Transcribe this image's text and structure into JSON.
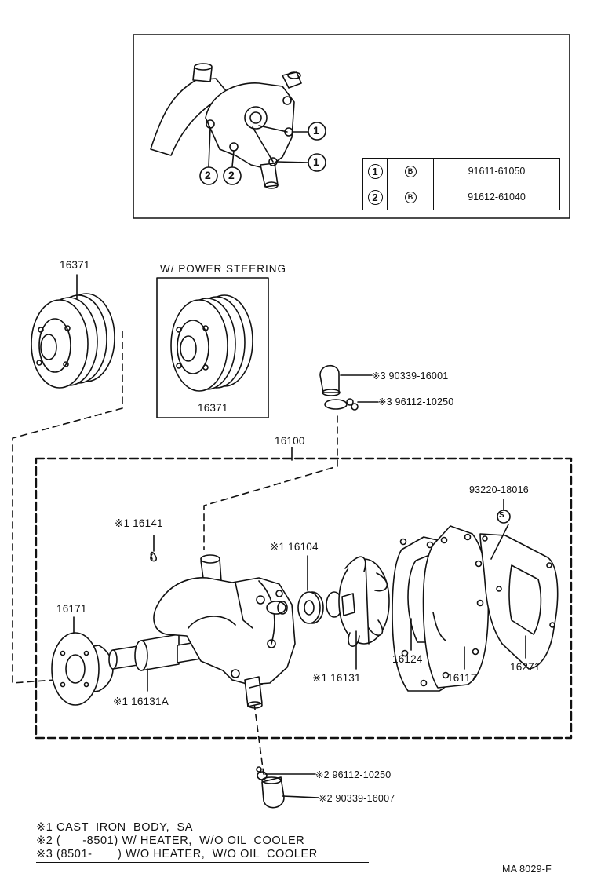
{
  "inset": {
    "callout_1": "1",
    "callout_2": "2",
    "bolt_table": [
      {
        "ref": "1",
        "symbol": "B",
        "part_no": "91611-61050"
      },
      {
        "ref": "2",
        "symbol": "B",
        "part_no": "91612-61040"
      }
    ]
  },
  "labels": {
    "pulley_left": "16371",
    "power_steering_title": "W/ POWER STEERING",
    "pulley_ps": "16371",
    "assembly": "16100",
    "hose_cap_top": "※3 90339-16001",
    "clamp_top": "※3 96112-10250",
    "stud": "93220-18016",
    "stud_symbol": "S",
    "clip": "※1 16141",
    "seal": "※1 16104",
    "hub": "16171",
    "shaft": "※1 16131A",
    "impeller": "※1 16131",
    "gasket_a": "16124",
    "plate": "16117",
    "gasket_b": "16271",
    "clamp_bottom": "※2 96112-10250",
    "hose_cap_bottom": "※2 90339-16007"
  },
  "notes": [
    "※1 CAST  IRON  BODY,  SA",
    "※2 (      -8501) W/ HEATER,  W/O OIL  COOLER",
    "※3 (8501-       ) W/O HEATER,  W/O OIL  COOLER"
  ],
  "diagram_code": "MA  8029-F"
}
